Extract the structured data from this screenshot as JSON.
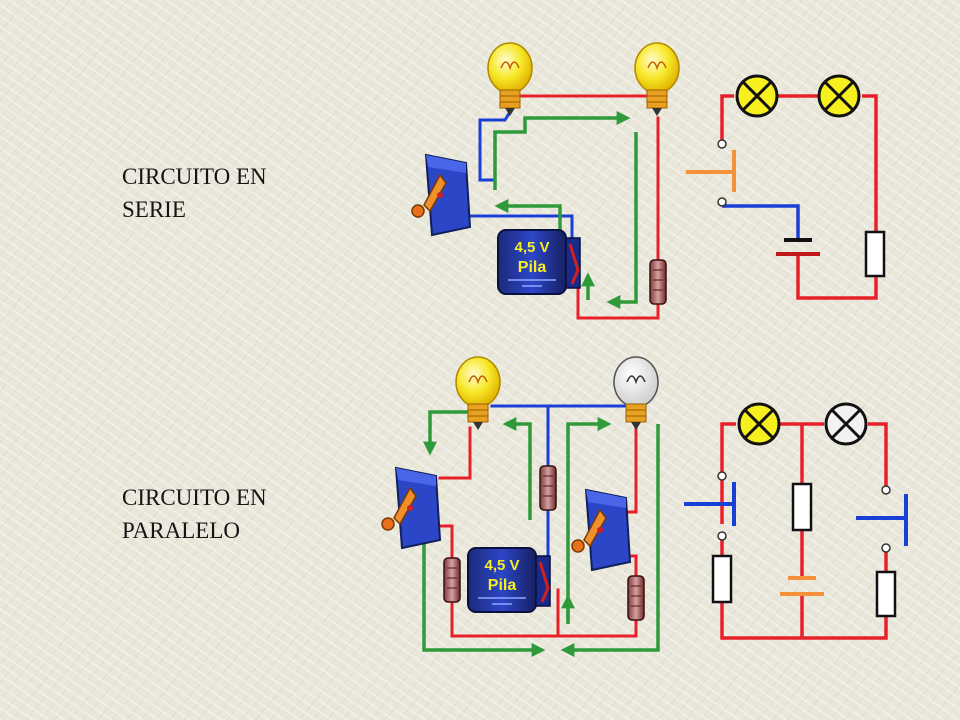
{
  "labels": {
    "serie": [
      "CIRCUITO EN",
      "SERIE"
    ],
    "paralelo": [
      "CIRCUITO EN",
      "PARALELO"
    ]
  },
  "battery": {
    "voltage": "4,5 V",
    "name": "Pila"
  },
  "colors": {
    "red_wire": "#e8202a",
    "blue_wire": "#1a3fd6",
    "green_flow": "#2f9a3a",
    "lamp_yellow": "#f7f01e",
    "lamp_off": "#f2f2f2",
    "switch_orange": "#f5913a",
    "background": "#e9e7da"
  }
}
